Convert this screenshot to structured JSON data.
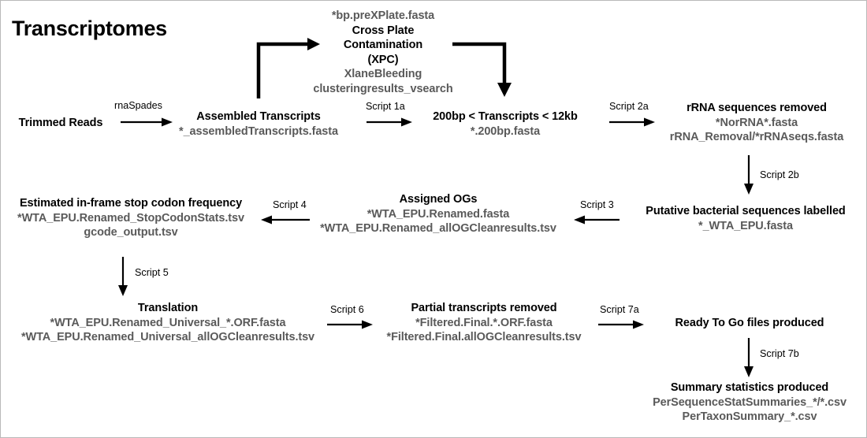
{
  "figure": {
    "title": "Transcriptomes"
  },
  "nodes": {
    "trimmed_reads": {
      "header": "Trimmed Reads",
      "files": []
    },
    "assembled_transcripts": {
      "header": "Assembled Transcripts",
      "files": [
        "*_assembledTranscripts.fasta"
      ]
    },
    "xpc": {
      "pre_file": "*bp.preXPlate.fasta",
      "header_line1": "Cross Plate",
      "header_line2": "Contamination",
      "header_line3": "(XPC)",
      "files": [
        "XlaneBleeding",
        "clusteringresults_vsearch"
      ]
    },
    "size_filtered": {
      "header": "200bp < Transcripts < 12kb",
      "files": [
        "*.200bp.fasta"
      ]
    },
    "rrna_removed": {
      "header": "rRNA sequences removed",
      "files": [
        "*NorRNA*.fasta",
        "rRNA_Removal/*rRNAseqs.fasta"
      ]
    },
    "bacterial_labelled": {
      "header": "Putative bacterial sequences labelled",
      "files": [
        "*_WTA_EPU.fasta"
      ]
    },
    "assigned_ogs": {
      "header": "Assigned OGs",
      "files": [
        "*WTA_EPU.Renamed.fasta",
        "*WTA_EPU.Renamed_allOGCleanresults.tsv"
      ]
    },
    "stop_codon": {
      "header": "Estimated in-frame stop codon frequency",
      "files": [
        "*WTA_EPU.Renamed_StopCodonStats.tsv",
        "gcode_output.tsv"
      ]
    },
    "translation": {
      "header": "Translation",
      "files": [
        "*WTA_EPU.Renamed_Universal_*.ORF.fasta",
        "*WTA_EPU.Renamed_Universal_allOGCleanresults.tsv"
      ]
    },
    "partial_removed": {
      "header": "Partial transcripts removed",
      "files": [
        "*Filtered.Final.*.ORF.fasta",
        "*Filtered.Final.allOGCleanresults.tsv"
      ]
    },
    "ready_to_go": {
      "header": "Ready To Go files produced",
      "files": []
    },
    "summary_stats": {
      "header": "Summary statistics produced",
      "files": [
        "PerSequenceStatSummaries_*/*.csv",
        "PerTaxonSummary_*.csv"
      ]
    }
  },
  "edges": {
    "rnaspades": "rnaSpades",
    "script_1a": "Script 1a",
    "script_2a": "Script 2a",
    "script_2b": "Script 2b",
    "script_3": "Script 3",
    "script_4": "Script 4",
    "script_5": "Script 5",
    "script_6": "Script 6",
    "script_7a": "Script 7a",
    "script_7b": "Script 7b"
  },
  "colors": {
    "header_text": "#000000",
    "file_text": "#5a5a5a",
    "arrow": "#000000",
    "frame": "#b9b9b9"
  },
  "chart_data": {
    "type": "diagram",
    "title": "Transcriptomes",
    "diagram_kind": "pipeline-flowchart",
    "steps": [
      "Trimmed Reads",
      "Assembled Transcripts",
      "Cross Plate Contamination (XPC)",
      "200bp < Transcripts < 12kb",
      "rRNA sequences removed",
      "Putative bacterial sequences labelled",
      "Assigned OGs",
      "Estimated in-frame stop codon frequency",
      "Translation",
      "Partial transcripts removed",
      "Ready To Go files produced",
      "Summary statistics produced"
    ],
    "transitions": [
      {
        "from": "Trimmed Reads",
        "to": "Assembled Transcripts",
        "label": "rnaSpades",
        "direction": "right"
      },
      {
        "from": "Assembled Transcripts",
        "to": "Cross Plate Contamination (XPC)",
        "label": "",
        "direction": "up-right"
      },
      {
        "from": "Cross Plate Contamination (XPC)",
        "to": "200bp < Transcripts < 12kb",
        "label": "",
        "direction": "right-down"
      },
      {
        "from": "Assembled Transcripts",
        "to": "200bp < Transcripts < 12kb",
        "label": "Script 1a",
        "direction": "right"
      },
      {
        "from": "200bp < Transcripts < 12kb",
        "to": "rRNA sequences removed",
        "label": "Script 2a",
        "direction": "right"
      },
      {
        "from": "rRNA sequences removed",
        "to": "Putative bacterial sequences labelled",
        "label": "Script 2b",
        "direction": "down"
      },
      {
        "from": "Putative bacterial sequences labelled",
        "to": "Assigned OGs",
        "label": "Script 3",
        "direction": "left"
      },
      {
        "from": "Assigned OGs",
        "to": "Estimated in-frame stop codon frequency",
        "label": "Script 4",
        "direction": "left"
      },
      {
        "from": "Estimated in-frame stop codon frequency",
        "to": "Translation",
        "label": "Script 5",
        "direction": "down"
      },
      {
        "from": "Translation",
        "to": "Partial transcripts removed",
        "label": "Script 6",
        "direction": "right"
      },
      {
        "from": "Partial transcripts removed",
        "to": "Ready To Go files produced",
        "label": "Script 7a",
        "direction": "right"
      },
      {
        "from": "Ready To Go files produced",
        "to": "Summary statistics produced",
        "label": "Script 7b",
        "direction": "down"
      }
    ]
  }
}
